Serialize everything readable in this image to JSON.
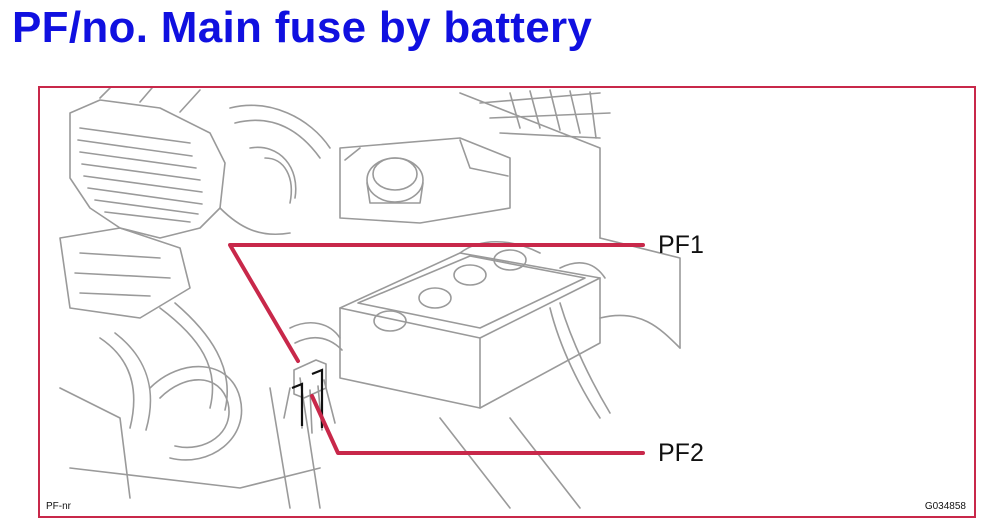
{
  "title": "PF/no. Main fuse by battery",
  "callouts": [
    {
      "label": "PF1"
    },
    {
      "label": "PF2"
    }
  ],
  "footer": {
    "left_code": "PF-nr",
    "right_code": "G034858"
  },
  "colors": {
    "title": "#1010e0",
    "frame": "#c8284a",
    "leader": "#c8284a",
    "drawing": "#9a9a9a"
  }
}
